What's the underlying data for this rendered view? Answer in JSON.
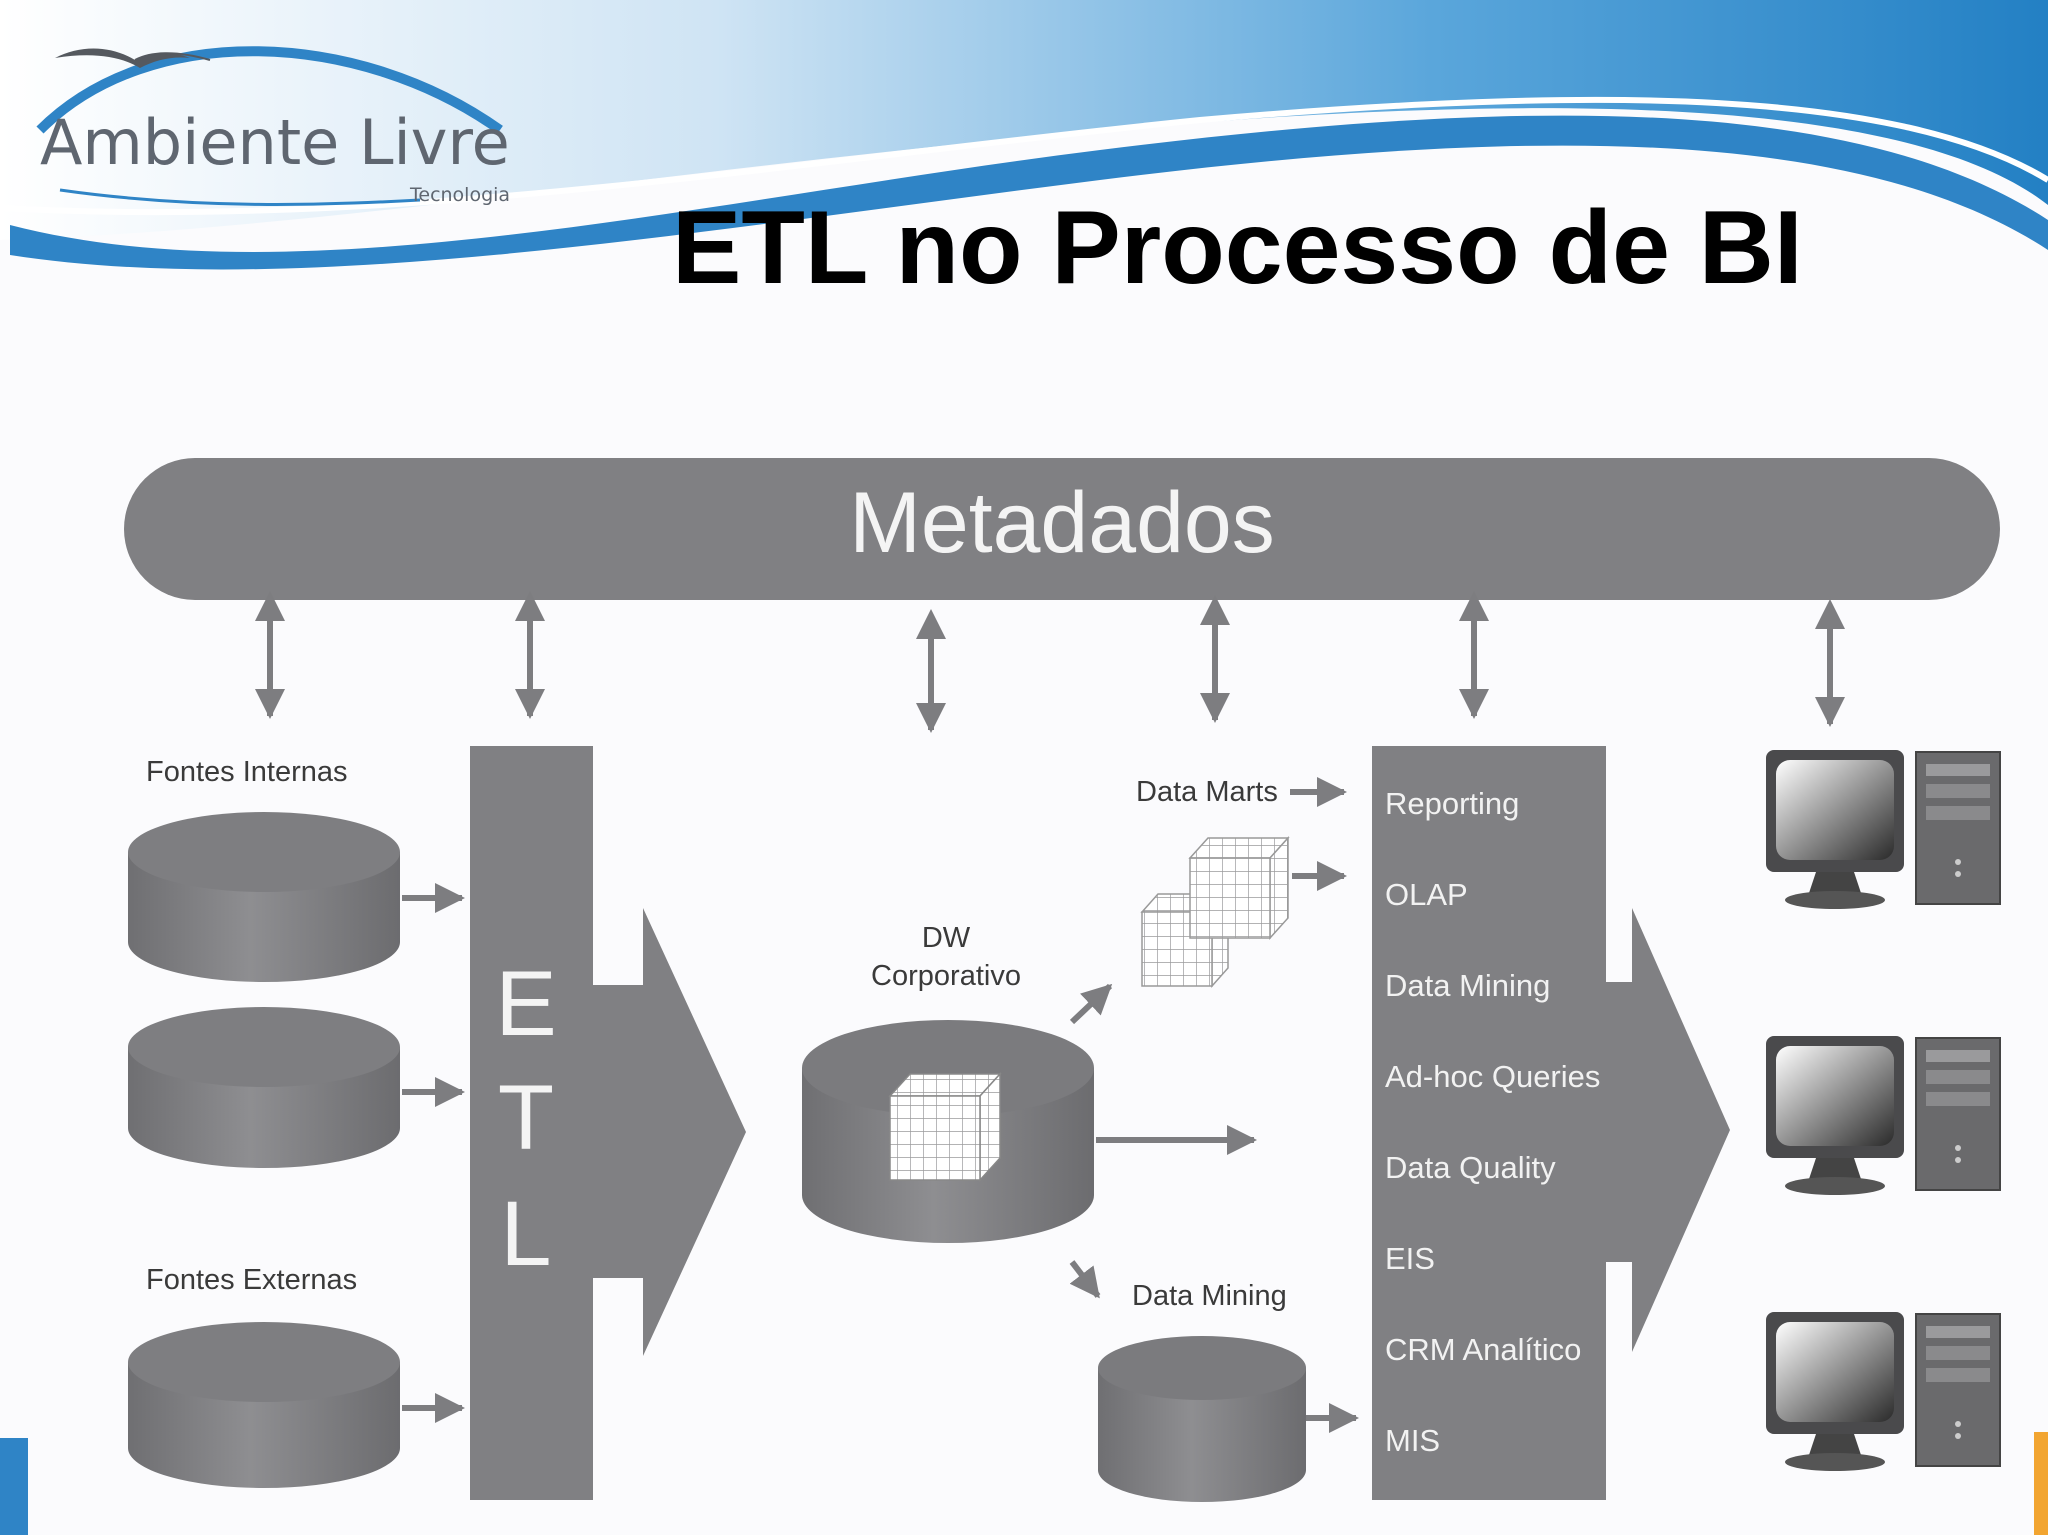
{
  "logo": {
    "name": "Ambiente Livre",
    "tagline": "Tecnologia"
  },
  "title": "ETL no Processo de BI",
  "diagram": {
    "metadata_bar": "Metadados",
    "sources": {
      "internal_label": "Fontes Internas",
      "external_label": "Fontes Externas"
    },
    "etl_letters": [
      "E",
      "T",
      "L"
    ],
    "dw_label_line1": "DW",
    "dw_label_line2": "Corporativo",
    "data_marts_label": "Data Marts",
    "data_mining_label": "Data Mining",
    "tools": [
      "Reporting",
      "OLAP",
      "Data Mining",
      "Ad-hoc Queries",
      "Data Quality",
      "EIS",
      "CRM Analítico",
      "MIS"
    ]
  },
  "colors": {
    "brand_blue": "#2f84c6",
    "shape_gray": "#808083",
    "accent_orange": "#f2a531"
  }
}
